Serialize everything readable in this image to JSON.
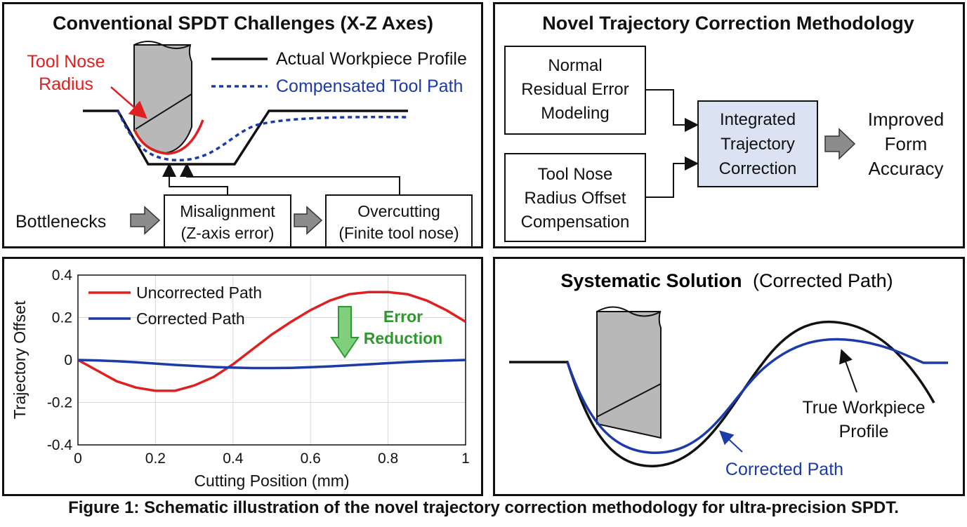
{
  "panel1": {
    "title": "Conventional SPDT Challenges (X-Z Axes)",
    "tool_nose_label": [
      "Tool Nose",
      "Radius"
    ],
    "legend": {
      "actual": "Actual Workpiece Profile",
      "compensated": "Compensated Tool Path"
    },
    "bottlenecks_label": "Bottlenecks",
    "box_misalignment": [
      "Misalignment",
      "(Z-axis error)"
    ],
    "box_overcutting": [
      "Overcutting",
      "(Finite tool nose)"
    ]
  },
  "panel2": {
    "title": "Novel Trajectory Correction Methodology",
    "box_normal": [
      "Normal",
      "Residual Error",
      "Modeling"
    ],
    "box_radius": [
      "Tool Nose",
      "Radius Offset",
      "Compensation"
    ],
    "box_integrated": [
      "Integrated",
      "Trajectory",
      "Correction"
    ],
    "result": [
      "Improved",
      "Form",
      "Accuracy"
    ]
  },
  "panel4": {
    "title_bold": "Systematic Solution",
    "title_rest": "(Corrected Path)",
    "true_label": [
      "True Workpiece",
      "Profile"
    ],
    "corrected_label": "Corrected Path"
  },
  "caption": "Figure 1: Schematic illustration of the novel trajectory correction methodology for ultra-precision SPDT.",
  "colors": {
    "red": "#e02020",
    "blue": "#1c3aa8",
    "green": "#2e9a2e",
    "box_fill": "#dbe3f3",
    "tool_gray": "#b8b8b8"
  },
  "chart_data": {
    "type": "line",
    "xlabel": "Cutting Position (mm)",
    "ylabel": "Trajectory Offset",
    "xlim": [
      0,
      1
    ],
    "ylim": [
      -0.4,
      0.4
    ],
    "xticks": [
      0,
      0.2,
      0.4,
      0.6,
      0.8,
      1
    ],
    "xtick_labels": [
      "0",
      "0.2",
      "0.4",
      "0.6",
      "0.8",
      "1"
    ],
    "yticks": [
      0.4,
      0.2,
      0,
      -0.2,
      -0.4
    ],
    "ytick_labels": [
      "0.4",
      "0.2",
      "0",
      "-0.2",
      "-0.4"
    ],
    "grid": true,
    "legend_position": "top-left",
    "annotation": [
      "Error",
      "Reduction"
    ],
    "series": [
      {
        "name": "Uncorrected Path",
        "color": "#e02020",
        "x": [
          0,
          0.05,
          0.1,
          0.15,
          0.2,
          0.25,
          0.3,
          0.35,
          0.4,
          0.45,
          0.5,
          0.55,
          0.6,
          0.65,
          0.7,
          0.75,
          0.8,
          0.85,
          0.9,
          0.95,
          1
        ],
        "y": [
          0,
          -0.05,
          -0.1,
          -0.13,
          -0.145,
          -0.145,
          -0.12,
          -0.08,
          -0.02,
          0.05,
          0.12,
          0.18,
          0.235,
          0.28,
          0.31,
          0.32,
          0.32,
          0.31,
          0.28,
          0.235,
          0.18
        ]
      },
      {
        "name": "Corrected Path",
        "color": "#1c3aa8",
        "x": [
          0,
          0.05,
          0.1,
          0.15,
          0.2,
          0.25,
          0.3,
          0.35,
          0.4,
          0.45,
          0.5,
          0.55,
          0.6,
          0.65,
          0.7,
          0.75,
          0.8,
          0.85,
          0.9,
          0.95,
          1
        ],
        "y": [
          0,
          -0.002,
          -0.006,
          -0.011,
          -0.017,
          -0.023,
          -0.028,
          -0.033,
          -0.036,
          -0.038,
          -0.038,
          -0.037,
          -0.034,
          -0.03,
          -0.025,
          -0.02,
          -0.015,
          -0.01,
          -0.006,
          -0.003,
          0
        ]
      }
    ]
  }
}
